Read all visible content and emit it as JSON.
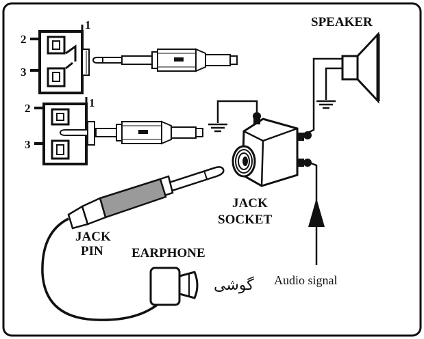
{
  "labels": {
    "speaker": "SPEAKER",
    "jack_socket_line1": "JACK",
    "jack_socket_line2": "SOCKET",
    "jack_pin_line1": "JACK",
    "jack_pin_line2": "PIN",
    "earphone": "EARPHONE",
    "earphone_persian": "گوشی",
    "audio_signal": "Audio signal"
  },
  "terminals": {
    "top_diagram": [
      "1",
      "2",
      "3"
    ],
    "bottom_diagram": [
      "1",
      "2",
      "3"
    ]
  },
  "colors": {
    "line": "#111111",
    "pin_sleeve": "#9a9a9a",
    "background": "#ffffff"
  }
}
